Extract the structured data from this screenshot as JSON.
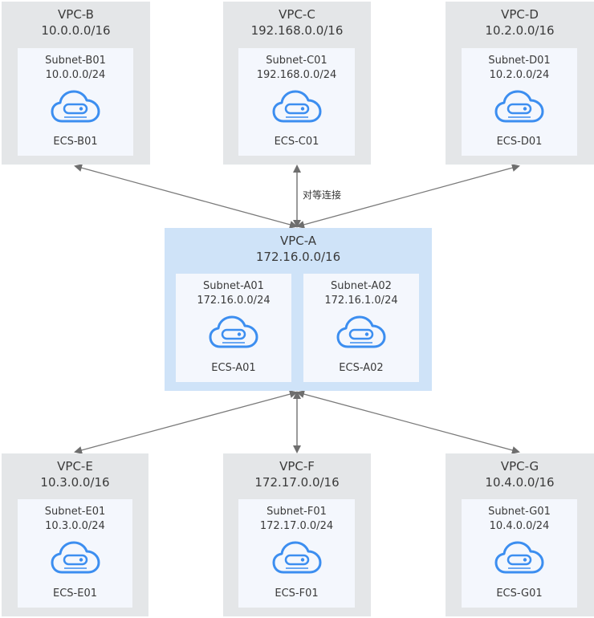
{
  "diagram": {
    "peering_label": "对等连接",
    "colors": {
      "icon": "#3c8ef0",
      "arrow": "#7a7a7a",
      "vpc_bg": "#e4e6e8",
      "main_vpc_bg": "#cfe3f8",
      "subnet_bg": "#f4f7fd"
    },
    "center_vpc": {
      "name": "VPC-A",
      "cidr": "172.16.0.0/16",
      "subnets": [
        {
          "name": "Subnet-A01",
          "cidr": "172.16.0.0/24",
          "ecs": "ECS-A01",
          "icon": "cloud-server-icon"
        },
        {
          "name": "Subnet-A02",
          "cidr": "172.16.1.0/24",
          "ecs": "ECS-A02",
          "icon": "cloud-server-icon"
        }
      ]
    },
    "peer_vpcs": [
      {
        "name": "VPC-B",
        "cidr": "10.0.0.0/16",
        "subnet": {
          "name": "Subnet-B01",
          "cidr": "10.0.0.0/24",
          "ecs": "ECS-B01"
        }
      },
      {
        "name": "VPC-C",
        "cidr": "192.168.0.0/16",
        "subnet": {
          "name": "Subnet-C01",
          "cidr": "192.168.0.0/24",
          "ecs": "ECS-C01"
        }
      },
      {
        "name": "VPC-D",
        "cidr": "10.2.0.0/16",
        "subnet": {
          "name": "Subnet-D01",
          "cidr": "10.2.0.0/24",
          "ecs": "ECS-D01"
        }
      },
      {
        "name": "VPC-E",
        "cidr": "10.3.0.0/16",
        "subnet": {
          "name": "Subnet-E01",
          "cidr": "10.3.0.0/24",
          "ecs": "ECS-E01"
        }
      },
      {
        "name": "VPC-F",
        "cidr": "172.17.0.0/16",
        "subnet": {
          "name": "Subnet-F01",
          "cidr": "172.17.0.0/24",
          "ecs": "ECS-F01"
        }
      },
      {
        "name": "VPC-G",
        "cidr": "10.4.0.0/16",
        "subnet": {
          "name": "Subnet-G01",
          "cidr": "10.4.0.0/24",
          "ecs": "ECS-G01"
        }
      }
    ]
  }
}
